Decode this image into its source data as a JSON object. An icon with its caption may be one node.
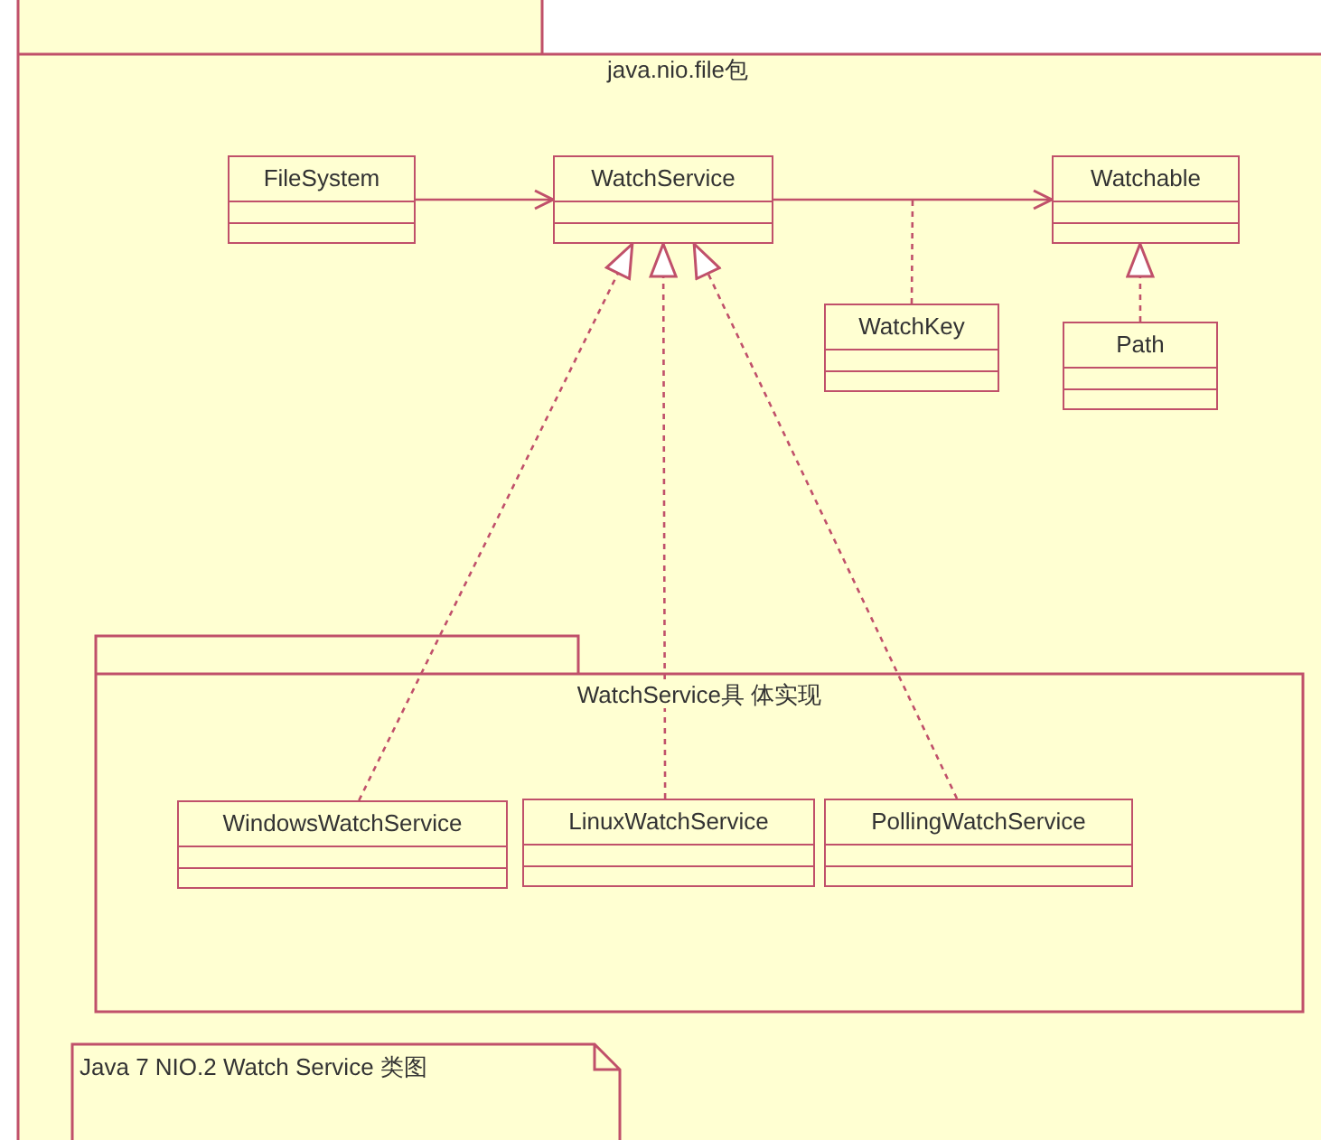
{
  "diagram": {
    "nodes": [
      {
        "text": [
          "java.nio.file包"
        ]
      },
      {
        "text": [
          "FileSystem"
        ],
        "in": 0
      },
      {
        "text": [
          "WatchService"
        ],
        "in": 0
      },
      {
        "text": [
          "Watchable"
        ],
        "in": 0
      },
      {
        "text": [
          "WatchKey"
        ],
        "in": 0
      },
      {
        "text": [
          "Path"
        ],
        "in": 0
      },
      {
        "text": [
          "WatchService具 体实现"
        ],
        "in": 0
      },
      {
        "text": [
          "WindowsWatchService"
        ],
        "in": 6
      },
      {
        "text": [
          "LinuxWatchService"
        ],
        "in": 6
      },
      {
        "text": [
          "PollingWatchService"
        ],
        "in": 6
      },
      {
        "text": [
          "Java 7 NIO.2 Watch Service 类图"
        ],
        "in": 0
      }
    ],
    "edges": [
      {
        "from": 1,
        "to": 2,
        "arrow": "to"
      },
      {
        "from": 2,
        "to": 3,
        "arrow": "to"
      },
      {
        "from": 4,
        "to": null,
        "arrow": "none",
        "style": "dashed"
      },
      {
        "from": 5,
        "to": 3,
        "arrow": "to",
        "style": "dashed"
      },
      {
        "from": 7,
        "to": 2,
        "arrow": "to",
        "style": "dashed"
      },
      {
        "from": 8,
        "to": 2,
        "arrow": "to",
        "style": "dashed"
      },
      {
        "from": 9,
        "to": 2,
        "arrow": "to",
        "style": "dashed"
      }
    ]
  }
}
